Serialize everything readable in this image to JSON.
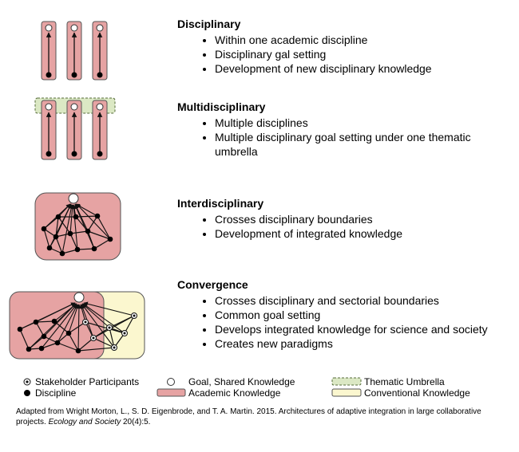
{
  "sections": [
    {
      "title": "Disciplinary",
      "bullets": [
        "Within one academic discipline",
        "Disciplinary gal setting",
        "Development of new disciplinary knowledge"
      ]
    },
    {
      "title": "Multidisciplinary",
      "bullets": [
        "Multiple disciplines",
        "Multiple disciplinary goal setting under one thematic umbrella"
      ]
    },
    {
      "title": "Interdisciplinary",
      "bullets": [
        "Crosses disciplinary boundaries",
        "Development of integrated knowledge"
      ]
    },
    {
      "title": "Convergence",
      "bullets": [
        "Crosses disciplinary and sectorial boundaries",
        "Common goal setting",
        "Develops integrated knowledge for science and society",
        "Creates new paradigms"
      ]
    }
  ],
  "legend": {
    "stakeholder": "Stakeholder Participants",
    "discipline": "Discipline",
    "goal": "Goal, Shared Knowledge",
    "academic": "Academic Knowledge",
    "thematic": "Thematic Umbrella",
    "conventional": "Conventional Knowledge"
  },
  "citation": {
    "text": "Adapted from Wright Morton, L., S. D. Eigenbrode, and T. A. Martin. 2015. Architectures of adaptive integration in large collaborative projects.",
    "journal": "Ecology and Society",
    "ref": "20(4):5."
  },
  "colors": {
    "academic": "#e6a3a3",
    "conventional": "#fbf7cf",
    "thematic": "#dbe8c4",
    "outline": "#555555",
    "line": "#111111"
  }
}
